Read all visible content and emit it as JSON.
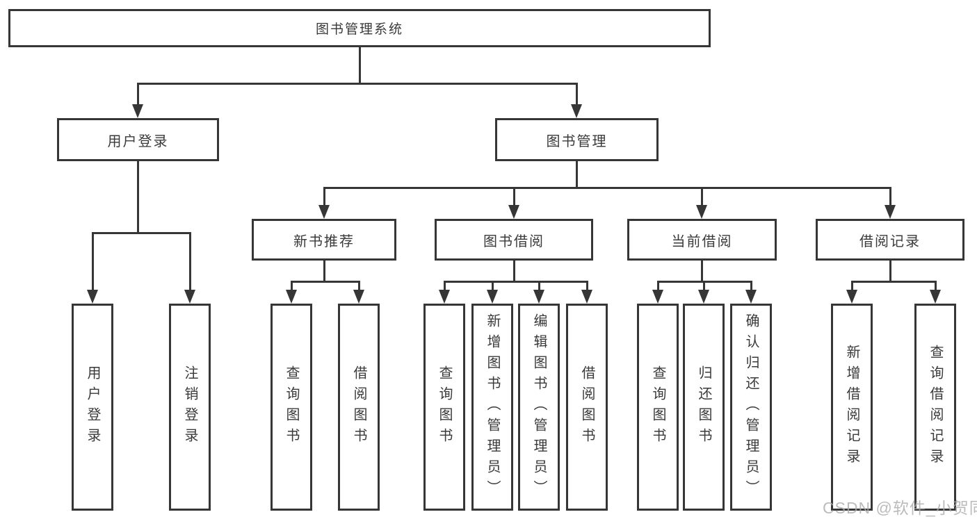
{
  "diagram": {
    "root": {
      "label": "图书管理系统"
    },
    "level2": [
      {
        "label": "用户登录"
      },
      {
        "label": "图书管理"
      }
    ],
    "level3": [
      {
        "label": "新书推荐"
      },
      {
        "label": "图书借阅"
      },
      {
        "label": "当前借阅"
      },
      {
        "label": "借阅记录"
      }
    ],
    "leaves": {
      "user_login": [
        "用户登录",
        "注销登录"
      ],
      "new_book": [
        "查询图书",
        "借阅图书"
      ],
      "book_borrow": [
        "查询图书",
        "新增图书（管理员）",
        "编辑图书（管理员）",
        "借阅图书"
      ],
      "current_borrow": [
        "查询图书",
        "归还图书",
        "确认归还（管理员）"
      ],
      "borrow_record": [
        "新增借阅记录",
        "查询借阅记录"
      ]
    }
  },
  "watermark": {
    "text": "CSDN @软件_小贺同学"
  },
  "colors": {
    "line": "#363636",
    "background": "#ffffff",
    "watermark": "#ababab"
  }
}
